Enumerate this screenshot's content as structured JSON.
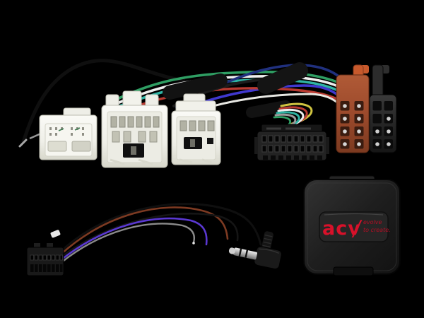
{
  "image": {
    "kind": "product-photo",
    "subject": "Steering wheel control interface kit: vehicle wiring harness with three white plugs, black multipin plug and two ISO plugs, patch lead with 16-pin plug and 3.5mm angled jack, ACV interface box",
    "background": "#000000"
  },
  "branding": {
    "logo_text": "acv",
    "logo_slash": "/",
    "tagline_line1": "evolve",
    "tagline_line2": "to create.",
    "brand_color": "#d8112a",
    "tagline_color": "#b30e24"
  },
  "colors": {
    "background": "#000000",
    "connector_white": "#f1f1ec",
    "connector_white_shadow": "#c9c9bf",
    "iso_brown": "#9c4a2c",
    "iso_latch_orange": "#c7592c",
    "iso_black": "#282828",
    "pin_silver": "#d6d6d6",
    "box_black": "#1d1d1d",
    "plate_grey": "#262626",
    "wire_black": "#141414",
    "wire_green": "#2f9e63",
    "wire_white": "#efefef",
    "wire_teal": "#2fb3a3",
    "wire_navy": "#20307e",
    "wire_blue": "#4038cf",
    "wire_red": "#b93a31",
    "wire_yellow": "#cfc340",
    "wire_grey": "#9a9a9a",
    "wire_brown": "#7d3a22",
    "wire_purple": "#5a38d2"
  },
  "parts": {
    "top_harness": {
      "white_plug_count": 3,
      "multipin_plug": "black 20-pin plug",
      "iso_plugs": [
        "brown ISO power plug",
        "black ISO speaker plug"
      ],
      "tape_wrap_count": 3
    },
    "patch_lead": {
      "plug": "black 16-pin plug",
      "jack": "3.5mm right-angle jack plug",
      "loose_wires": [
        "brown",
        "purple",
        "black",
        "grey"
      ],
      "cable_tie": "white"
    },
    "interface_box": {
      "shape": "rounded square",
      "label_plate": "recessed rounded plate with red ACV logo"
    }
  }
}
